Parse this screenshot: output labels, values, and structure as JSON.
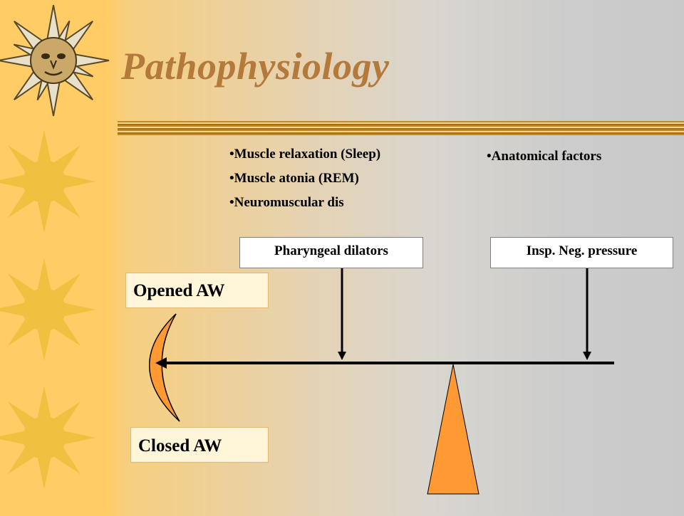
{
  "slide": {
    "title": "Pathophysiology",
    "left_bullets": [
      "Muscle relaxation (Sleep)",
      "Muscle atonia (REM)",
      "Neuromuscular dis"
    ],
    "right_bullets": [
      "Anatomical factors"
    ],
    "boxes": {
      "pharyngeal": "Pharyngeal dilators",
      "insp_neg": "Insp. Neg. pressure",
      "opened": "Opened AW",
      "closed": "Closed AW"
    }
  },
  "colors": {
    "strip": "#ffcc66",
    "title": "#b37a3c",
    "fulcrum": "#ff9933",
    "arc": "#ff9933",
    "sun": "#f0c040"
  },
  "icons": [
    "sun-face-icon",
    "sun-icon",
    "sun-icon",
    "sun-icon"
  ]
}
